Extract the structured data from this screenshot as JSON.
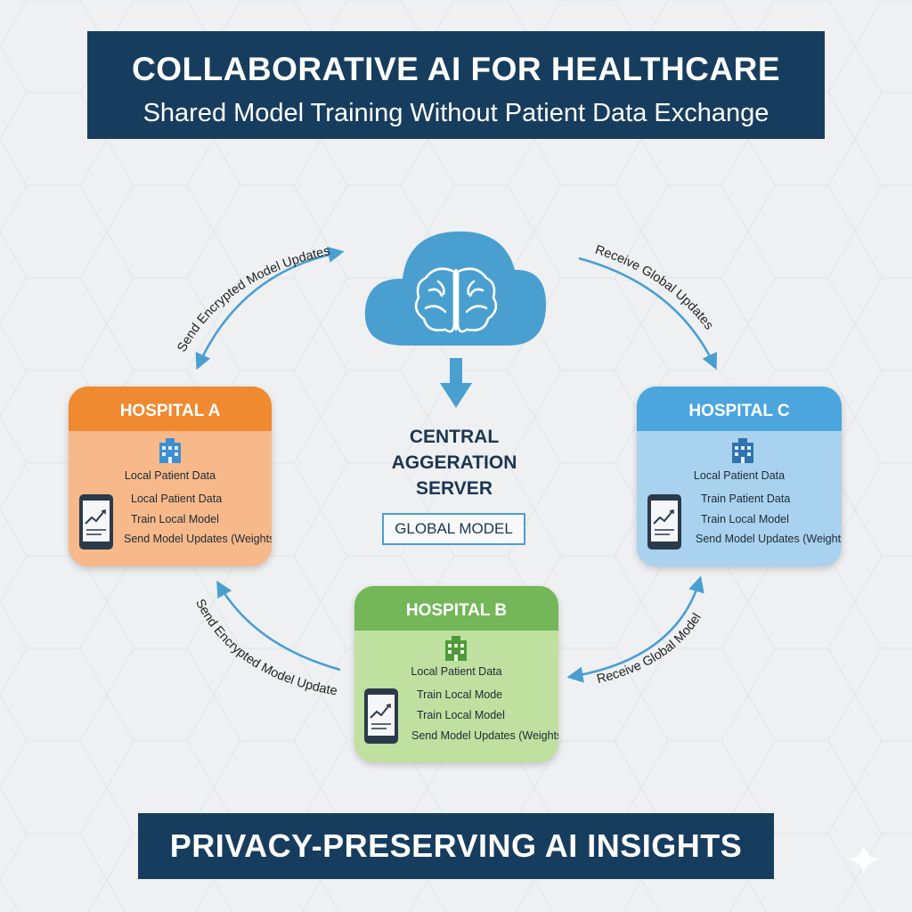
{
  "header": {
    "title": "COLLABORATIVE AI FOR HEALTHCARE",
    "subtitle": "Shared Model Training Without Patient Data Exchange"
  },
  "server": {
    "label_lines": [
      "CENTRAL",
      "AGGERATION",
      "SERVER"
    ],
    "global_model": "GLOBAL MODEL"
  },
  "flows": {
    "top_left": "Send Encrypted Model Updates",
    "top_right": "Receive Global Updates",
    "bottom_left": "Send Encrypted Model Updates",
    "bottom_right": "Receive Global Model"
  },
  "hospitals": [
    {
      "name": "HOSPITAL A",
      "data_label": "Local Patient Data",
      "steps": [
        "Local Patient Data",
        "Train Local Model",
        "Send Model Updates (Weights)"
      ],
      "color": "#f08a31"
    },
    {
      "name": "HOSPITAL B",
      "data_label": "Local Patient Data",
      "steps": [
        "Train Local Mode",
        "Train Local Model",
        "Send Model Updates (Weights)"
      ],
      "color": "#73b758"
    },
    {
      "name": "HOSPITAL C",
      "data_label": "Local Patient Data",
      "steps": [
        "Train Patient Data",
        "Train Local Model",
        "Send Model Updates (Weights)"
      ],
      "color": "#4ca6dd"
    }
  ],
  "footer": {
    "text": "PRIVACY-PRESERVING AI INSIGHTS"
  },
  "icons": [
    "brain-cloud-icon",
    "building-icon",
    "tablet-chart-icon",
    "arrow-down-icon",
    "sparkle-icon"
  ],
  "colors": {
    "banner": "#173d5e",
    "cloud": "#4a9fd1",
    "arrow": "#4a9fd1"
  }
}
